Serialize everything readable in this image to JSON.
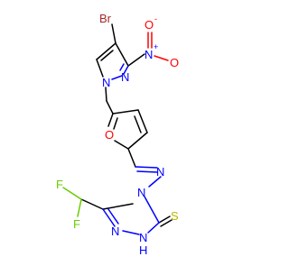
{
  "molecule": {
    "atom_labels": {
      "br": "Br",
      "n_nitro": "N",
      "n_nitro_plus": "+",
      "o_nitro_1": "O",
      "o_nitro_1_minus": "-",
      "o_nitro_2": "O",
      "n_pyrazole_1": "N",
      "n_pyrazole_2": "N",
      "o_furan": "O",
      "n_imine": "N",
      "n_triazole_4": "N",
      "n_triazole_1": "N",
      "nh_triazole": "N",
      "nh_h": "H",
      "s_thione": "S",
      "f_1": "F",
      "f_2": "F"
    },
    "colors": {
      "bond": "#000000",
      "bromine": "#a52a2a",
      "nitrogen": "#0000ff",
      "oxygen": "#ff0000",
      "sulfur": "#b8b800",
      "fluorine": "#66cc00",
      "background": "#ffffff"
    }
  }
}
